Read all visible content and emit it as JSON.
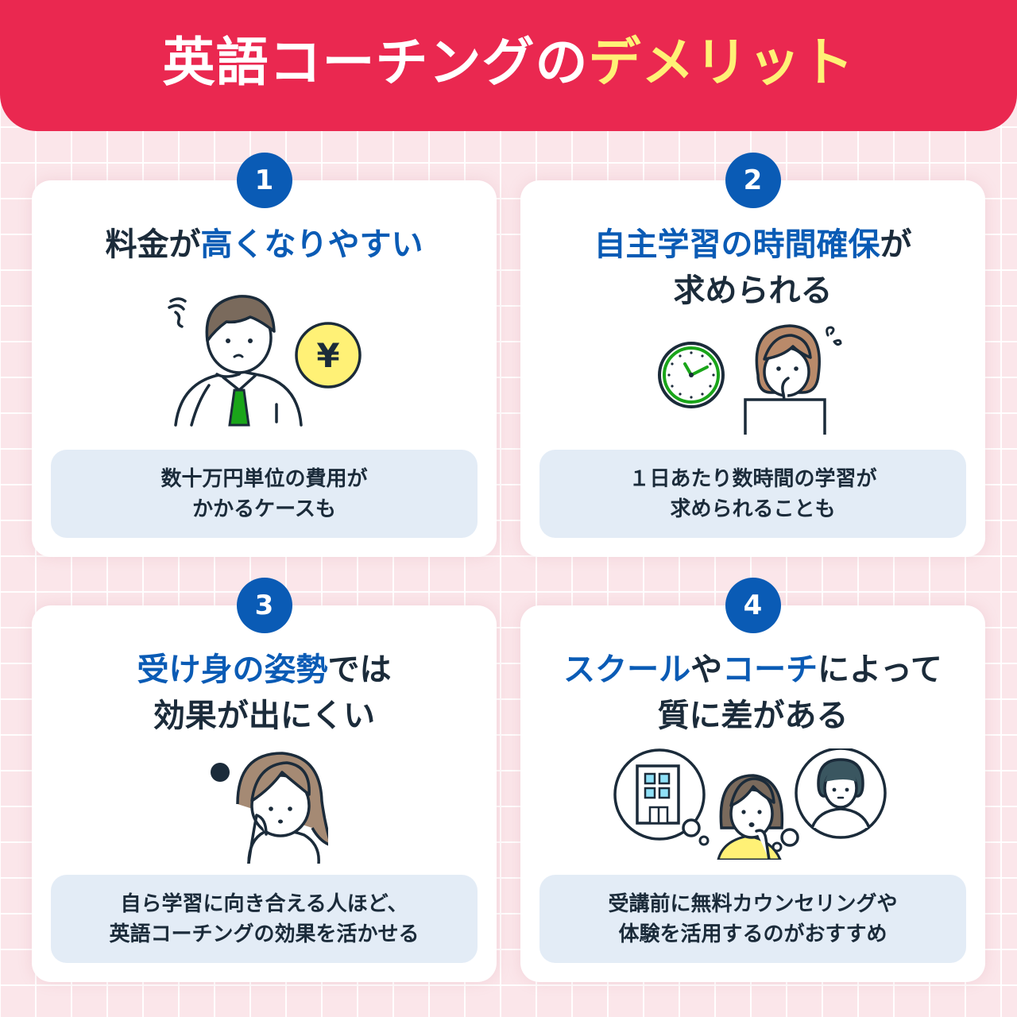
{
  "header": {
    "title_main": "英語コーチングの",
    "title_highlight": "デメリット",
    "bg_color": "#ea2850",
    "highlight_color": "#fff176"
  },
  "colors": {
    "accent_blue": "#0a5bb5",
    "text_dark": "#1b2b3a",
    "note_bg": "#e3ecf6",
    "page_bg": "#fbe6ea"
  },
  "cards": [
    {
      "number": "1",
      "title_lines": [
        [
          {
            "text": "料金が",
            "blue": false
          },
          {
            "text": "高くなりやすい",
            "blue": true
          }
        ]
      ],
      "illustration": "worried-man-with-yen-coin",
      "note_lines": [
        "数十万円単位の費用が",
        "かかるケースも"
      ]
    },
    {
      "number": "2",
      "title_lines": [
        [
          {
            "text": "自主学習の時間確保",
            "blue": true
          },
          {
            "text": "が",
            "blue": false
          }
        ],
        [
          {
            "text": "求められる",
            "blue": false
          }
        ]
      ],
      "illustration": "clock-and-woman-at-laptop",
      "note_lines": [
        "１日あたり数時間の学習が",
        "求められることも"
      ]
    },
    {
      "number": "3",
      "title_lines": [
        [
          {
            "text": "受け身の姿勢",
            "blue": true
          },
          {
            "text": "では",
            "blue": false
          }
        ],
        [
          {
            "text": "効果が出にくい",
            "blue": false
          }
        ]
      ],
      "illustration": "bored-woman-resting-cheek",
      "note_lines": [
        "自ら学習に向き合える人ほど、",
        "英語コーチングの効果を活かせる"
      ]
    },
    {
      "number": "4",
      "title_lines": [
        [
          {
            "text": "スクール",
            "blue": true
          },
          {
            "text": "や",
            "blue": false
          },
          {
            "text": "コーチ",
            "blue": true
          },
          {
            "text": "によって",
            "blue": false
          }
        ],
        [
          {
            "text": "質に差がある",
            "blue": false
          }
        ]
      ],
      "illustration": "woman-thinking-school-and-coach",
      "note_lines": [
        "受講前に無料カウンセリングや",
        "体験を活用するのがおすすめ"
      ]
    }
  ]
}
